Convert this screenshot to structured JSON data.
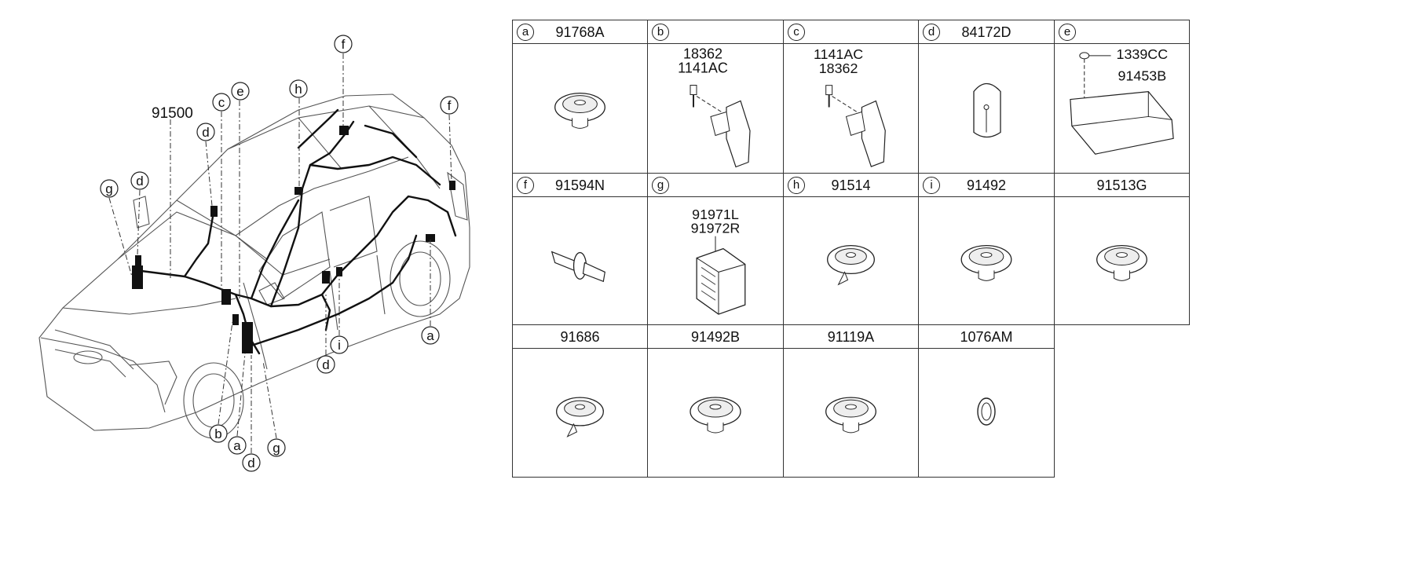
{
  "overview": {
    "main_part": "91500",
    "callouts": [
      "a",
      "b",
      "c",
      "d",
      "e",
      "f",
      "g",
      "h",
      "i"
    ]
  },
  "cells": [
    {
      "letter": "a",
      "part": "91768A",
      "icon": "grommet-icon",
      "labels": []
    },
    {
      "letter": "b",
      "part": "",
      "icon": "bolt-bracket-icon",
      "labels": [
        "18362",
        "1141AC"
      ]
    },
    {
      "letter": "c",
      "part": "",
      "icon": "bolt-bracket-icon",
      "labels": [
        "1141AC",
        "18362"
      ]
    },
    {
      "letter": "d",
      "part": "84172D",
      "icon": "pad-icon",
      "labels": []
    },
    {
      "letter": "e",
      "part": "",
      "icon": "junction-block-icon",
      "labels": [
        "1339CC",
        "91453B"
      ]
    },
    {
      "letter": "f",
      "part": "91594N",
      "icon": "tube-grommet-icon",
      "labels": []
    },
    {
      "letter": "g",
      "part": "",
      "icon": "fuse-box-icon",
      "labels": [
        "91971L",
        "91972R"
      ]
    },
    {
      "letter": "h",
      "part": "91514",
      "icon": "grommet-icon",
      "labels": []
    },
    {
      "letter": "i",
      "part": "91492",
      "icon": "grommet-icon",
      "labels": []
    },
    {
      "letter": "",
      "part": "91513G",
      "icon": "grommet-icon",
      "labels": []
    },
    {
      "letter": "",
      "part": "91686",
      "icon": "grommet-icon",
      "labels": []
    },
    {
      "letter": "",
      "part": "91492B",
      "icon": "grommet-icon",
      "labels": []
    },
    {
      "letter": "",
      "part": "91119A",
      "icon": "grommet-icon",
      "labels": []
    },
    {
      "letter": "",
      "part": "1076AM",
      "icon": "ring-icon",
      "labels": []
    }
  ]
}
